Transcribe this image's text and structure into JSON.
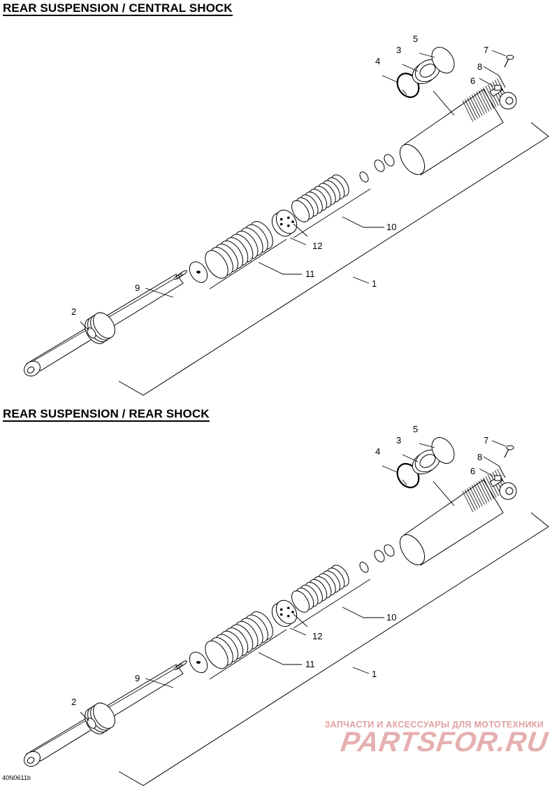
{
  "sections": [
    {
      "title": "REAR SUSPENSION / CENTRAL SHOCK",
      "callouts": [
        "1",
        "2",
        "3",
        "4",
        "5",
        "6",
        "7",
        "8",
        "9",
        "10",
        "11",
        "12"
      ]
    },
    {
      "title": "REAR SUSPENSION / REAR SHOCK",
      "callouts": [
        "1",
        "2",
        "3",
        "4",
        "5",
        "6",
        "7",
        "8",
        "9",
        "10",
        "11",
        "12"
      ]
    }
  ],
  "diagram_ref": "40N0611b",
  "watermark": {
    "tagline": "ЗАПЧАСТИ И АКСЕССУАРЫ ДЛЯ МОТОТЕХНИКИ",
    "logo": "PARTSFOR.RU"
  },
  "colors": {
    "line": "#000000",
    "watermark": "#e6b0b0"
  }
}
